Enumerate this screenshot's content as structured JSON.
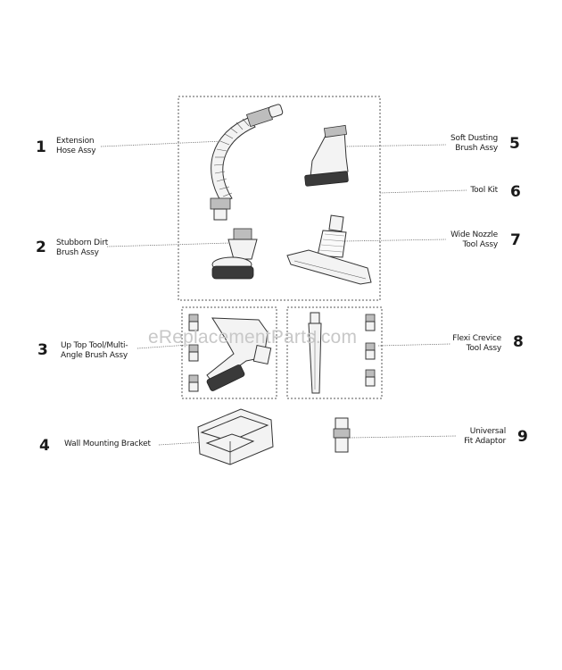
{
  "watermark": "eReplacementParts.com",
  "callouts": [
    {
      "id": "extension-hose",
      "number": "1",
      "label_lines": [
        "Extension",
        "Hose Assy"
      ]
    },
    {
      "id": "stubborn-dirt-brush",
      "number": "2",
      "label_lines": [
        "Stubborn Dirt",
        "Brush Assy"
      ]
    },
    {
      "id": "up-top-tool",
      "number": "3",
      "label_lines": [
        "Up Top Tool/Multi-",
        "Angle Brush Assy"
      ]
    },
    {
      "id": "wall-mounting-bracket",
      "number": "4",
      "label_lines": [
        "Wall Mounting Bracket"
      ]
    },
    {
      "id": "soft-dusting-brush",
      "number": "5",
      "label_lines": [
        "Soft Dusting",
        "Brush Assy"
      ]
    },
    {
      "id": "tool-kit",
      "number": "6",
      "label_lines": [
        "Tool Kit"
      ]
    },
    {
      "id": "wide-nozzle-tool",
      "number": "7",
      "label_lines": [
        "Wide Nozzle",
        "Tool Assy"
      ]
    },
    {
      "id": "flexi-crevice-tool",
      "number": "8",
      "label_lines": [
        "Flexi Crevice",
        "Tool Assy"
      ]
    },
    {
      "id": "universal-fit-adaptor",
      "number": "9",
      "label_lines": [
        "Universal",
        "Fit Adaptor"
      ]
    }
  ]
}
